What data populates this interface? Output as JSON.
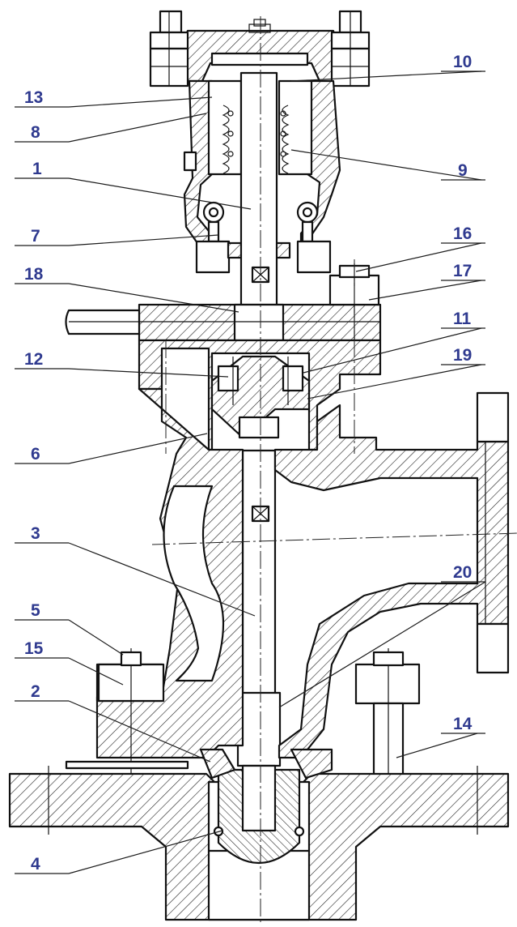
{
  "callouts": [
    {
      "id": "c1",
      "text": "1"
    },
    {
      "id": "c2",
      "text": "2"
    },
    {
      "id": "c3",
      "text": "3"
    },
    {
      "id": "c4",
      "text": "4"
    },
    {
      "id": "c5",
      "text": "5"
    },
    {
      "id": "c6",
      "text": "6"
    },
    {
      "id": "c7",
      "text": "7"
    },
    {
      "id": "c8",
      "text": "8"
    },
    {
      "id": "c9",
      "text": "9"
    },
    {
      "id": "c10",
      "text": "10"
    },
    {
      "id": "c11",
      "text": "11"
    },
    {
      "id": "c12",
      "text": "12"
    },
    {
      "id": "c13",
      "text": "13"
    },
    {
      "id": "c14",
      "text": "14"
    },
    {
      "id": "c15",
      "text": "15"
    },
    {
      "id": "c16",
      "text": "16"
    },
    {
      "id": "c17",
      "text": "17"
    },
    {
      "id": "c18",
      "text": "18"
    },
    {
      "id": "c19",
      "text": "19"
    },
    {
      "id": "c20",
      "text": "20"
    }
  ],
  "colors": {
    "label_text": "#2f3a8f",
    "line": "#111111",
    "hatch": "#222222"
  }
}
